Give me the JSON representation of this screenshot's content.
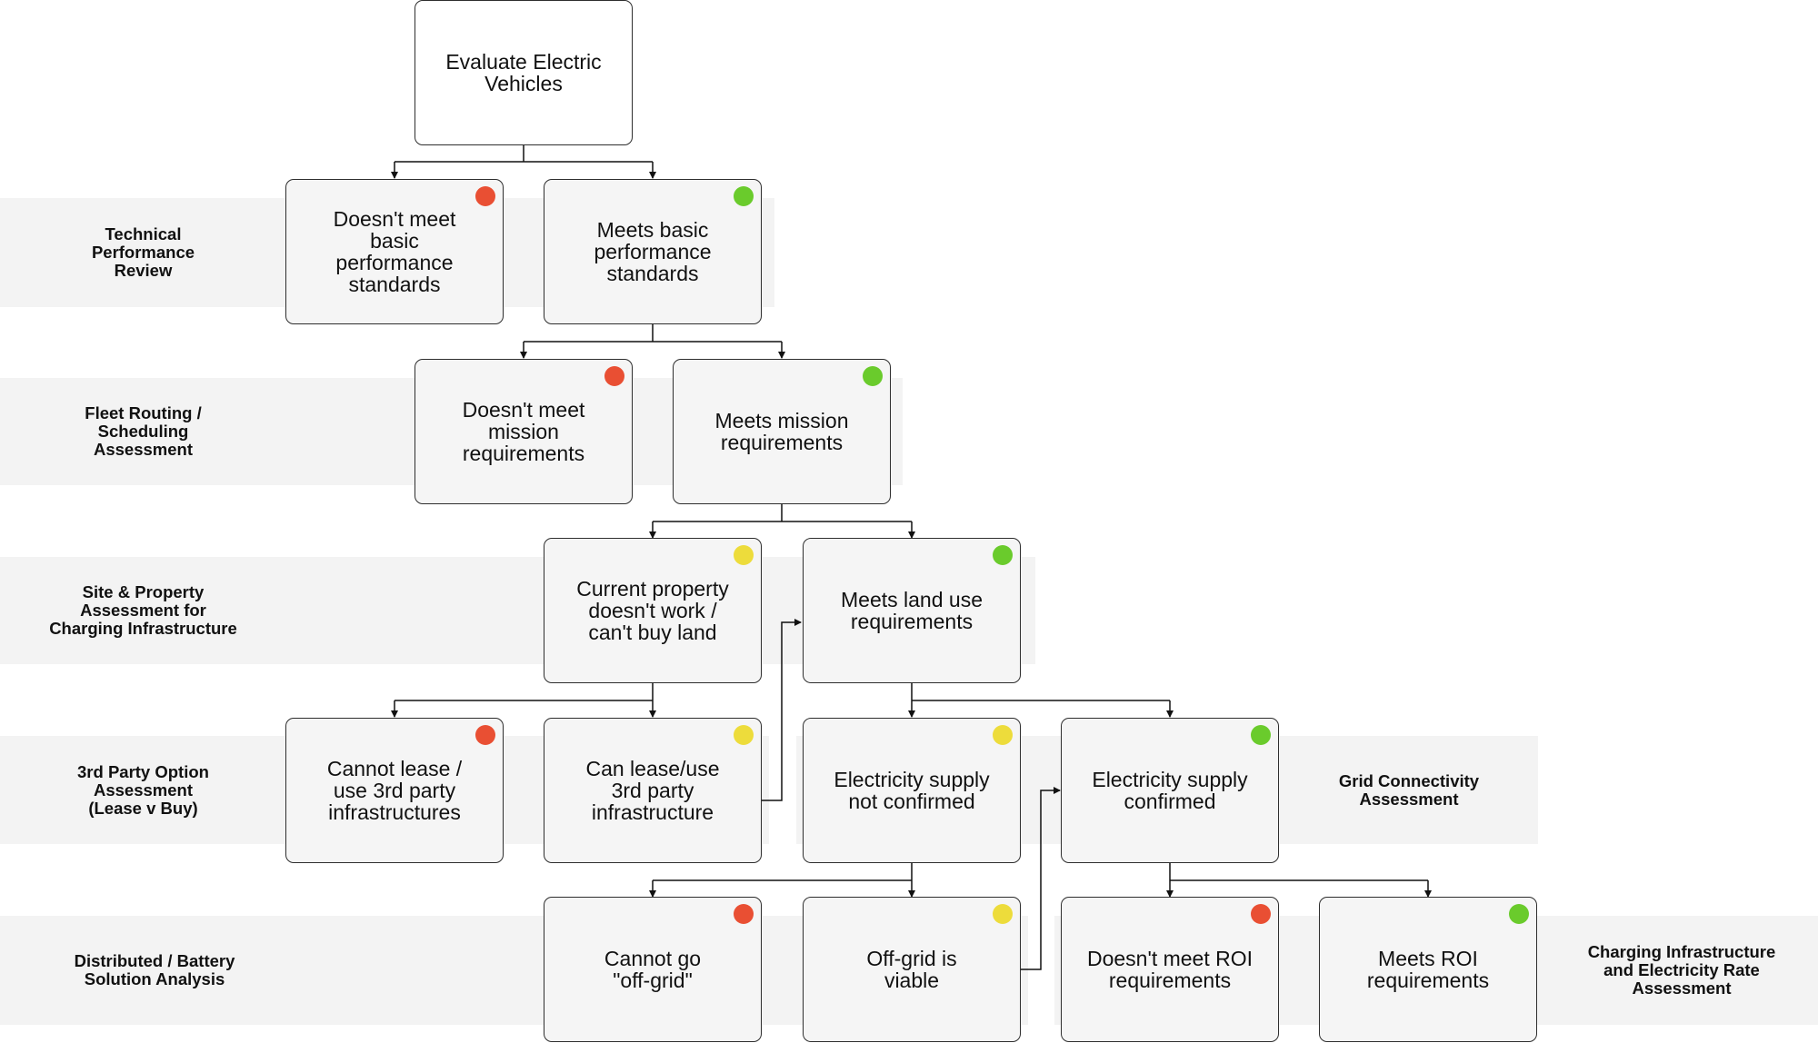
{
  "colors": {
    "red": "#e94f33",
    "yellow": "#eddc3b",
    "green": "#6acb2c",
    "band": "#f3f3f3",
    "line": "#111111"
  },
  "bands": [
    {
      "label": "Technical\nPerformance\nReview"
    },
    {
      "label": "Fleet Routing /\nScheduling\nAssessment"
    },
    {
      "label": "Site & Property\nAssessment for\nCharging Infrastructure"
    },
    {
      "label": "3rd Party Option\nAssessment\n(Lease v Buy)"
    },
    {
      "label": "Grid Connectivity\nAssessment"
    },
    {
      "label": "Distributed / Battery\nSolution Analysis"
    },
    {
      "label": "Charging Infrastructure\nand Electricity Rate\nAssessment"
    }
  ],
  "nodes": {
    "root": {
      "label": "Evaluate Electric\nVehicles"
    },
    "tech_fail": {
      "label": "Doesn't meet\nbasic\nperformance\nstandards",
      "status": "red"
    },
    "tech_pass": {
      "label": "Meets basic\nperformance\nstandards",
      "status": "green"
    },
    "mission_fail": {
      "label": "Doesn't meet\nmission\nrequirements",
      "status": "red"
    },
    "mission_pass": {
      "label": "Meets mission\nrequirements",
      "status": "green"
    },
    "property_fail": {
      "label": "Current property\ndoesn't work /\ncan't buy land",
      "status": "yellow"
    },
    "land_pass": {
      "label": "Meets land use\nrequirements",
      "status": "green"
    },
    "lease_fail": {
      "label": "Cannot lease /\nuse 3rd party\ninfrastructures",
      "status": "red"
    },
    "lease_pass": {
      "label": "Can lease/use\n3rd party\ninfrastructure",
      "status": "yellow"
    },
    "supply_unconfirmed": {
      "label": "Electricity supply\nnot confirmed",
      "status": "yellow"
    },
    "supply_confirmed": {
      "label": "Electricity supply\nconfirmed",
      "status": "green"
    },
    "offgrid_fail": {
      "label": "Cannot go\n\"off-grid\"",
      "status": "red"
    },
    "offgrid_pass": {
      "label": "Off-grid is\nviable",
      "status": "yellow"
    },
    "roi_fail": {
      "label": "Doesn't meet ROI\nrequirements",
      "status": "red"
    },
    "roi_pass": {
      "label": "Meets ROI\nrequirements",
      "status": "green"
    }
  }
}
